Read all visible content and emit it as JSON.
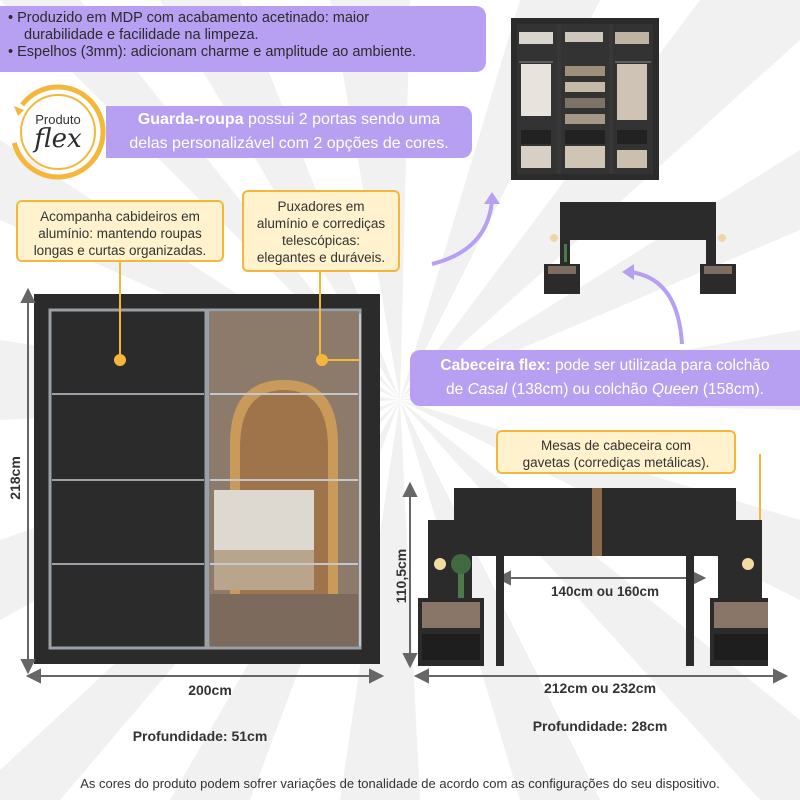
{
  "features": {
    "items": [
      "Produzido em MDP com acabamento acetinado: maior",
      "durabilidade e facilidade na limpeza.",
      "Espelhos (3mm): adicionam charme e amplitude ao ambiente."
    ]
  },
  "badge": {
    "top": "Produto",
    "bottom": "flex"
  },
  "wardrobe_callout": {
    "bold": "Guarda-roupa",
    "line1_rest": " possui 2 portas sendo uma",
    "line2": "delas personalizável com 2 opções de cores."
  },
  "callouts": {
    "cabideiros": [
      "Acompanha cabideiros em",
      "alumínio: mantendo roupas",
      "longas e curtas organizadas."
    ],
    "puxadores": [
      "Puxadores em",
      "alumínio e corrediças",
      "telescópicas:",
      "elegantes e duráveis."
    ],
    "mesas": [
      "Mesas de cabeceira com",
      "gavetas (corrediças metálicas)."
    ]
  },
  "headboard_callout": {
    "bold": "Cabeceira flex:",
    "line1_rest": " pode ser utilizada para colchão",
    "line2_a": "de ",
    "line2_casal": "Casal",
    "line2_b": " (138cm) ou colchão ",
    "line2_queen": "Queen",
    "line2_c": " (158cm)."
  },
  "dimensions": {
    "wardrobe_height": "218cm",
    "wardrobe_width": "200cm",
    "wardrobe_depth": "Profundidade: 51cm",
    "headboard_height": "110,5cm",
    "bed_width": "140cm ou 160cm",
    "headboard_width": "212cm ou 232cm",
    "headboard_depth": "Profundidade: 28cm"
  },
  "disclaimer": "As cores do produto podem sofrer variações de tonalidade de acordo com as configurações do seu dispositivo.",
  "colors": {
    "purple": "#b79ff2",
    "yellow_fill": "#fff2cc",
    "yellow_border": "#f4b73c",
    "furniture": "#2b2b2b"
  }
}
